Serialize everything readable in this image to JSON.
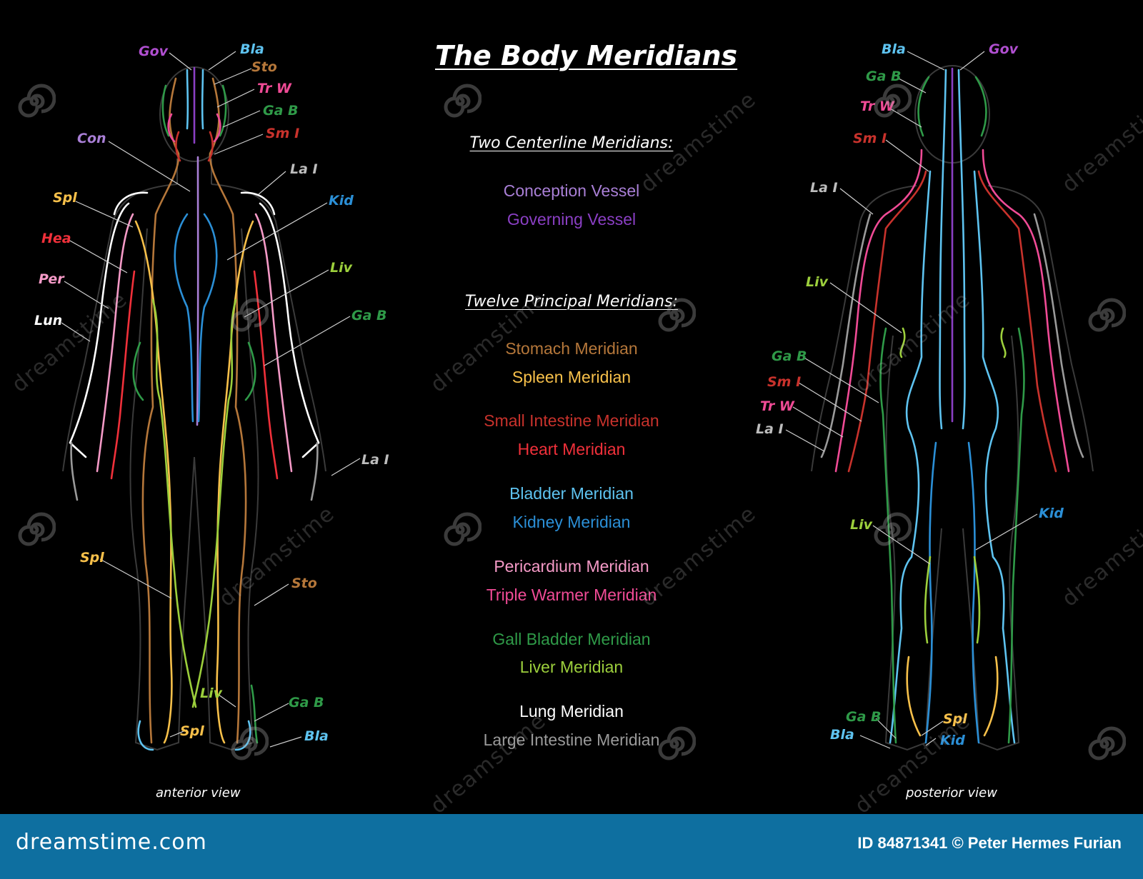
{
  "title": "The Body Meridians",
  "subtitles": {
    "centerline": "Two Centerline Meridians:",
    "principal": "Twelve Principal Meridians:"
  },
  "legend": [
    {
      "text": "Conception Vessel",
      "color": "#a97fd6"
    },
    {
      "text": "Governing Vessel",
      "color": "#8a3fc4"
    },
    {
      "text": "Stomach Meridian",
      "color": "#b5773a"
    },
    {
      "text": "Spleen Meridian",
      "color": "#f7c04a"
    },
    {
      "text": "Small Intestine Meridian",
      "color": "#c8322c"
    },
    {
      "text": "Heart Meridian",
      "color": "#f0303a"
    },
    {
      "text": "Bladder Meridian",
      "color": "#5ec3f0"
    },
    {
      "text": "Kidney Meridian",
      "color": "#2b8fd6"
    },
    {
      "text": "Pericardium Meridian",
      "color": "#f59ac7"
    },
    {
      "text": "Triple Warmer Meridian",
      "color": "#f04b96"
    },
    {
      "text": "Gall Bladder Meridian",
      "color": "#2f9a48"
    },
    {
      "text": "Liver Meridian",
      "color": "#9ccf3c"
    },
    {
      "text": "Lung Meridian",
      "color": "#ffffff"
    },
    {
      "text": "Large Intestine Meridian",
      "color": "#9a9a9a"
    }
  ],
  "views": {
    "anterior": "anterior view",
    "posterior": "posterior view"
  },
  "anterior_labels": [
    {
      "text": "Gov",
      "color": "#b04fd0"
    },
    {
      "text": "Bla",
      "color": "#5ec3f0"
    },
    {
      "text": "Sto",
      "color": "#b5773a"
    },
    {
      "text": "Tr W",
      "color": "#f04b96"
    },
    {
      "text": "Ga B",
      "color": "#2f9a48"
    },
    {
      "text": "Sm I",
      "color": "#c8322c"
    },
    {
      "text": "Con",
      "color": "#a97fd6"
    },
    {
      "text": "La I",
      "color": "#bdbdbd"
    },
    {
      "text": "Spl",
      "color": "#f7c04a"
    },
    {
      "text": "Kid",
      "color": "#2b8fd6"
    },
    {
      "text": "Hea",
      "color": "#f0303a"
    },
    {
      "text": "Per",
      "color": "#f59ac7"
    },
    {
      "text": "Liv",
      "color": "#9ccf3c"
    },
    {
      "text": "Lun",
      "color": "#ffffff"
    },
    {
      "text": "Ga B",
      "color": "#2f9a48"
    },
    {
      "text": "La I",
      "color": "#bdbdbd"
    },
    {
      "text": "Spl",
      "color": "#f7c04a"
    },
    {
      "text": "Sto",
      "color": "#b5773a"
    },
    {
      "text": "Liv",
      "color": "#9ccf3c"
    },
    {
      "text": "Ga B",
      "color": "#2f9a48"
    },
    {
      "text": "Spl",
      "color": "#f7c04a"
    },
    {
      "text": "Bla",
      "color": "#5ec3f0"
    }
  ],
  "posterior_labels": [
    {
      "text": "Bla",
      "color": "#5ec3f0"
    },
    {
      "text": "Gov",
      "color": "#b04fd0"
    },
    {
      "text": "Ga B",
      "color": "#2f9a48"
    },
    {
      "text": "Tr W",
      "color": "#f04b96"
    },
    {
      "text": "Sm I",
      "color": "#c8322c"
    },
    {
      "text": "La I",
      "color": "#bdbdbd"
    },
    {
      "text": "Liv",
      "color": "#9ccf3c"
    },
    {
      "text": "Ga B",
      "color": "#2f9a48"
    },
    {
      "text": "Sm I",
      "color": "#c8322c"
    },
    {
      "text": "Tr W",
      "color": "#f04b96"
    },
    {
      "text": "La I",
      "color": "#bdbdbd"
    },
    {
      "text": "Liv",
      "color": "#9ccf3c"
    },
    {
      "text": "Kid",
      "color": "#2b8fd6"
    },
    {
      "text": "Ga B",
      "color": "#2f9a48"
    },
    {
      "text": "Spl",
      "color": "#f7c04a"
    },
    {
      "text": "Bla",
      "color": "#5ec3f0"
    },
    {
      "text": "Kid",
      "color": "#2b8fd6"
    }
  ],
  "watermark": {
    "diagonal_text": "dreamstime",
    "site": "dreamstime.com",
    "credit": "ID 84871341 © Peter Hermes Furian"
  }
}
